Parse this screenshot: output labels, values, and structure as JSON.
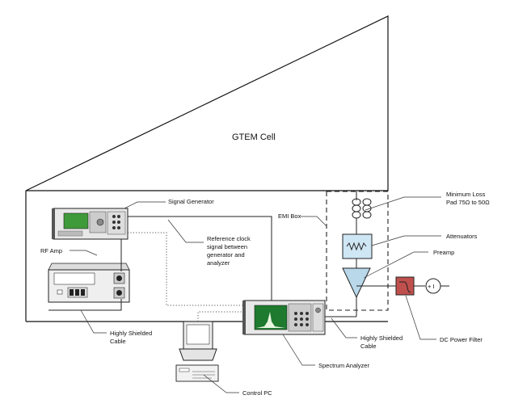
{
  "title": "GTEM Cell",
  "labels": {
    "signal_generator": "Signal Generator",
    "reference_clock": [
      "Reference clock",
      "signal between",
      "generator and",
      "analyzer"
    ],
    "rf_amp": "RF Amp",
    "emi_box": "EMI Box",
    "minimum_loss_pad": [
      "Minimum Loss",
      "Pad 75Ω to 50Ω"
    ],
    "attenuators": "Attenuators",
    "preamp": "Preamp",
    "highly_shielded_cable_left": [
      "Highly Shielded",
      "Cable"
    ],
    "highly_shielded_cable_right": [
      "Highly Shielded",
      "Cable"
    ],
    "dc_power_filter": "DC Power Filter",
    "spectrum_analyzer": "Spectrum Analyzer",
    "control_pc": "Control PC",
    "power_symbol": "+ I"
  },
  "colors": {
    "generator_screen": "#3f9a3a",
    "attenuator_fill": "#cfe6f4",
    "preamp_fill": "#b9d8ea",
    "dc_filter_fill": "#c0504d",
    "analyzer_screen": "#1d7a2e",
    "equipment_body": "#e8e8e8"
  }
}
